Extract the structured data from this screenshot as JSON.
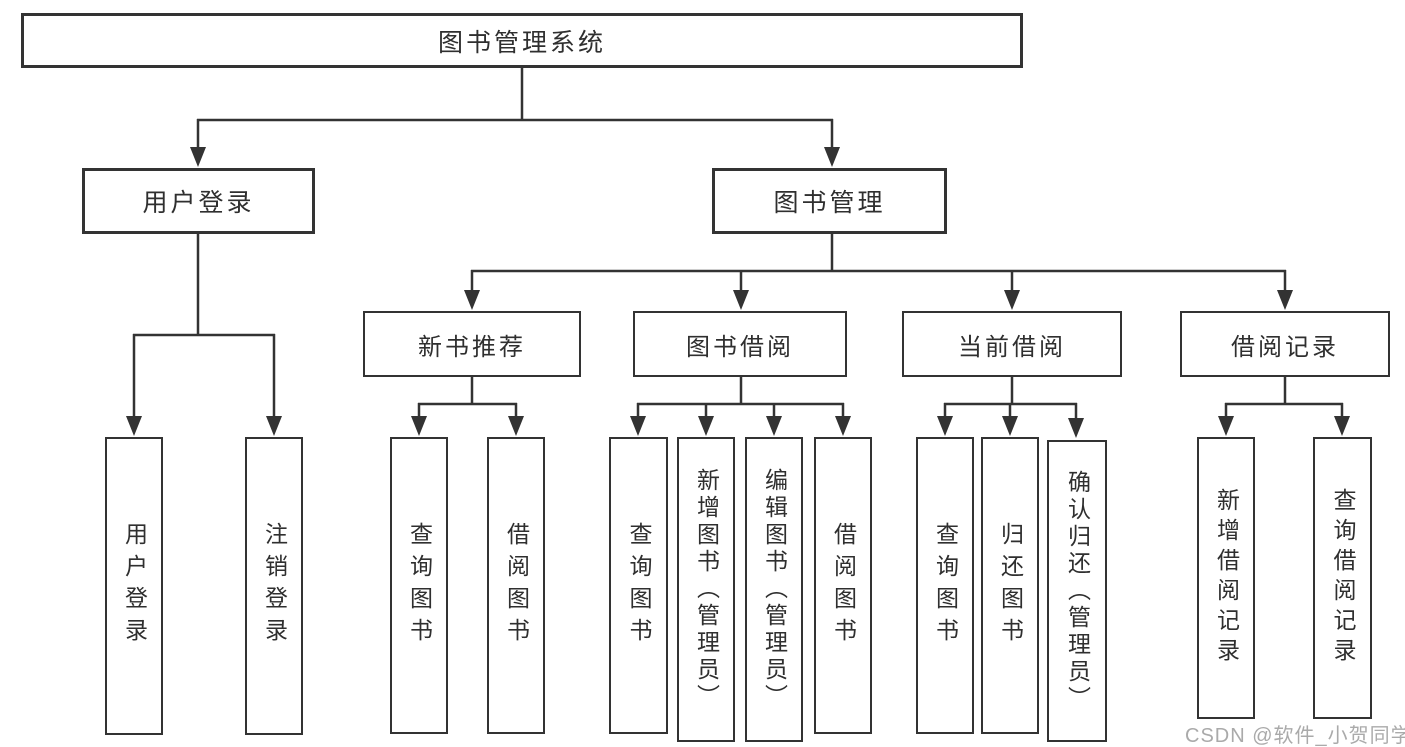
{
  "diagram": {
    "title": "图书管理系统",
    "nodes": {
      "root": "图书管理系统",
      "user_login": "用户登录",
      "book_management": "图书管理",
      "new_book_recommendation": "新书推荐",
      "book_borrowing": "图书借阅",
      "current_borrowing": "当前借阅",
      "borrowing_records": "借阅记录",
      "leaf_user_login": "用户登录",
      "leaf_logout": "注销登录",
      "leaf_query_books_recommend": "查询图书",
      "leaf_borrow_books_recommend": "借阅图书",
      "leaf_query_books_borrowing": "查询图书",
      "leaf_add_books_admin": "新增图书（管理员）",
      "leaf_edit_books_admin": "编辑图书（管理员）",
      "leaf_borrow_books_borrowing": "借阅图书",
      "leaf_query_books_current": "查询图书",
      "leaf_return_books": "归还图书",
      "leaf_confirm_return_admin": "确认归还（管理员）",
      "leaf_add_borrow_record": "新增借阅记录",
      "leaf_query_borrow_record": "查询借阅记录"
    }
  },
  "watermark": "CSDN @软件_小贺同学",
  "colors": {
    "line": "#333333",
    "text": "#2f2f2f",
    "box_background": "#ffffff",
    "page_background": "#ffffff",
    "watermark": "#aaaaaa"
  }
}
